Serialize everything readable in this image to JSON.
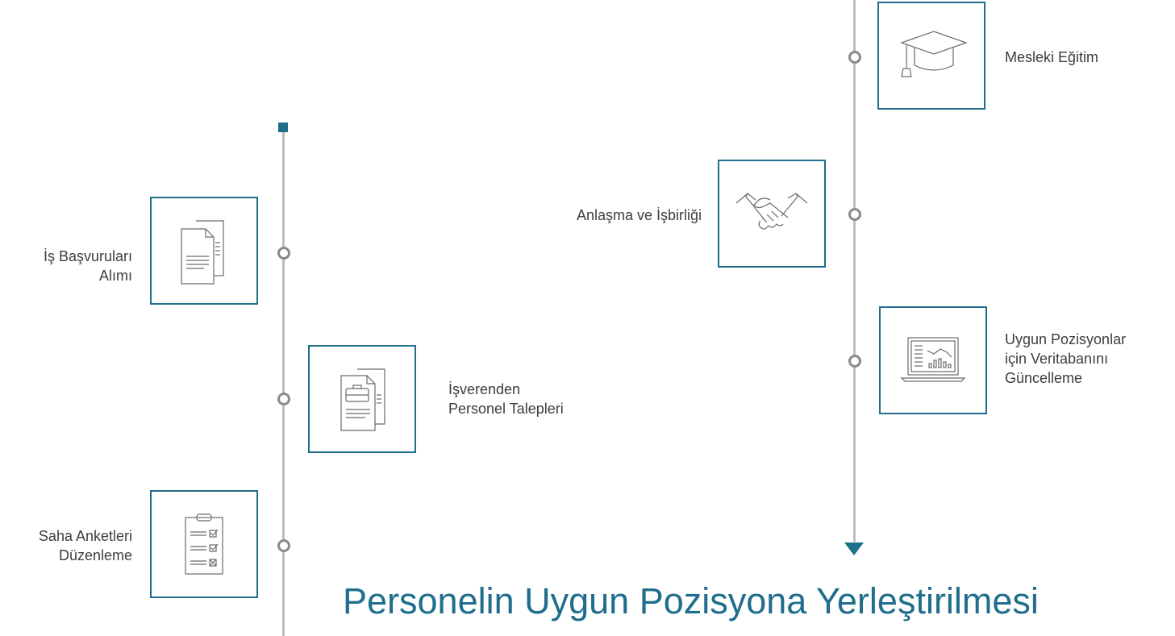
{
  "colors": {
    "accent": "#1f6e8c",
    "line": "#bdbdbd",
    "node": "#8a8a8a"
  },
  "left_timeline": {
    "steps": [
      {
        "label_lines": [
          "İş Başvuruları",
          "Alımı"
        ],
        "icon": "documents-icon"
      },
      {
        "label_lines": [
          "İşverenden",
          "Personel Talepleri"
        ],
        "icon": "briefcase-document-icon"
      },
      {
        "label_lines": [
          "Saha Anketleri",
          "Düzenleme"
        ],
        "icon": "checklist-clipboard-icon"
      }
    ]
  },
  "right_timeline": {
    "steps": [
      {
        "label_lines": [
          "Mesleki Eğitim"
        ],
        "icon": "graduation-cap-icon"
      },
      {
        "label_lines": [
          "Anlaşma ve İşbirliği"
        ],
        "icon": "handshake-icon"
      },
      {
        "label_lines": [
          "Uygun Pozisyonlar",
          "için Veritabanını",
          "Güncelleme"
        ],
        "icon": "laptop-chart-icon"
      }
    ]
  },
  "title": "Personelin Uygun Pozisyona Yerleştirilmesi"
}
